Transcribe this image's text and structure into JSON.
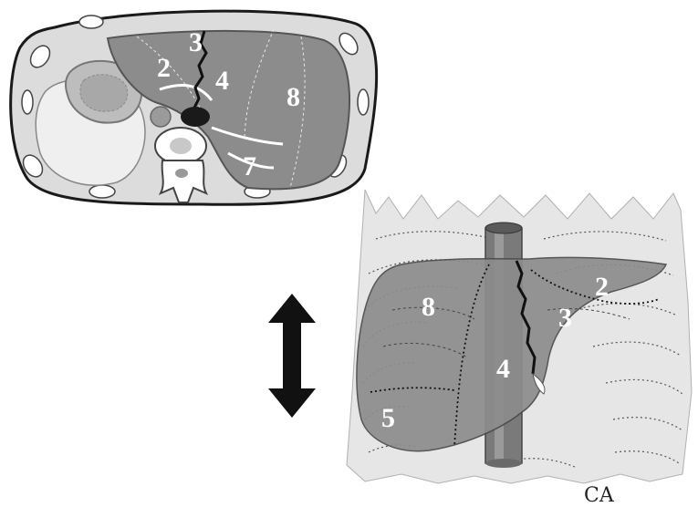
{
  "colors": {
    "liver": "#8c8c8c",
    "body_wall": "#e6e6e6",
    "outline": "#1a1a1a",
    "label": "#ffffff",
    "vessel": "#6e6e6e",
    "arrow": "#111111"
  },
  "axial_view": {
    "segments": [
      "3",
      "2",
      "4",
      "8",
      "7"
    ]
  },
  "frontal_view": {
    "segments": [
      "8",
      "2",
      "3",
      "4",
      "5"
    ]
  },
  "arrow": {
    "direction": "vertical-bidirectional"
  },
  "signature": "CA"
}
